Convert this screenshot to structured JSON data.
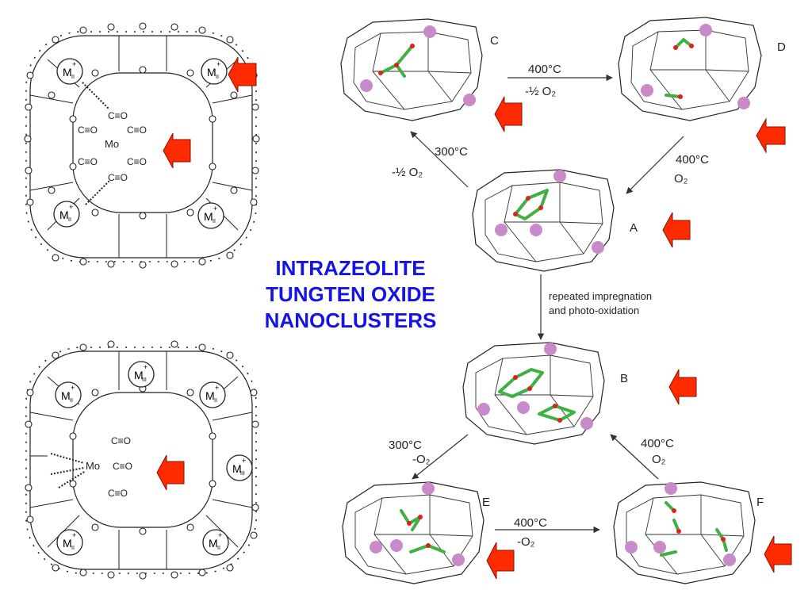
{
  "title_lines": [
    "INTRAZEOLITE",
    "TUNGTEN OXIDE",
    "NANOCLUSTERS"
  ],
  "colors": {
    "title": "#1414e6",
    "arrow": "#ff2a00",
    "cation_sphere": "#c98ac9",
    "oxygen": "#e02020",
    "tungsten": "#40b040",
    "ink": "#222222"
  },
  "zeolite_left": {
    "top": {
      "center_label": "Mo",
      "ligand_label": "C≡O",
      "cation_labels": [
        "M",
        "M",
        "M",
        "M"
      ],
      "cation_sub": "II",
      "cation_charge": "+"
    },
    "bottom": {
      "center_label": "Mo",
      "ligand_label": "C≡O",
      "cation_labels": [
        "M",
        "M",
        "M",
        "M",
        "M"
      ],
      "cation_subs": [
        "II",
        "III",
        "II",
        "III",
        "II",
        "II"
      ],
      "cation_charge": "+"
    }
  },
  "cages": [
    {
      "id": "C",
      "label": "C"
    },
    {
      "id": "D",
      "label": "D"
    },
    {
      "id": "A",
      "label": "A"
    },
    {
      "id": "B",
      "label": "B"
    },
    {
      "id": "E",
      "label": "E"
    },
    {
      "id": "F",
      "label": "F"
    }
  ],
  "transitions": [
    {
      "from": "C",
      "to": "D",
      "temp": "400°C",
      "cond": "-½ O₂"
    },
    {
      "from": "A",
      "to": "C",
      "temp": "300°C",
      "cond": "-½  O₂"
    },
    {
      "from": "D",
      "to": "A",
      "temp": "400°C",
      "cond": "O₂"
    },
    {
      "from": "A",
      "to": "B",
      "temp": "repeated impregnation",
      "cond": "and photo-oxidation"
    },
    {
      "from": "B",
      "to": "E",
      "temp": "300°C",
      "cond": "-O₂"
    },
    {
      "from": "F",
      "to": "B",
      "temp": "400°C",
      "cond": "O₂"
    },
    {
      "from": "E",
      "to": "F",
      "temp": "400°C",
      "cond": "-O₂"
    }
  ]
}
